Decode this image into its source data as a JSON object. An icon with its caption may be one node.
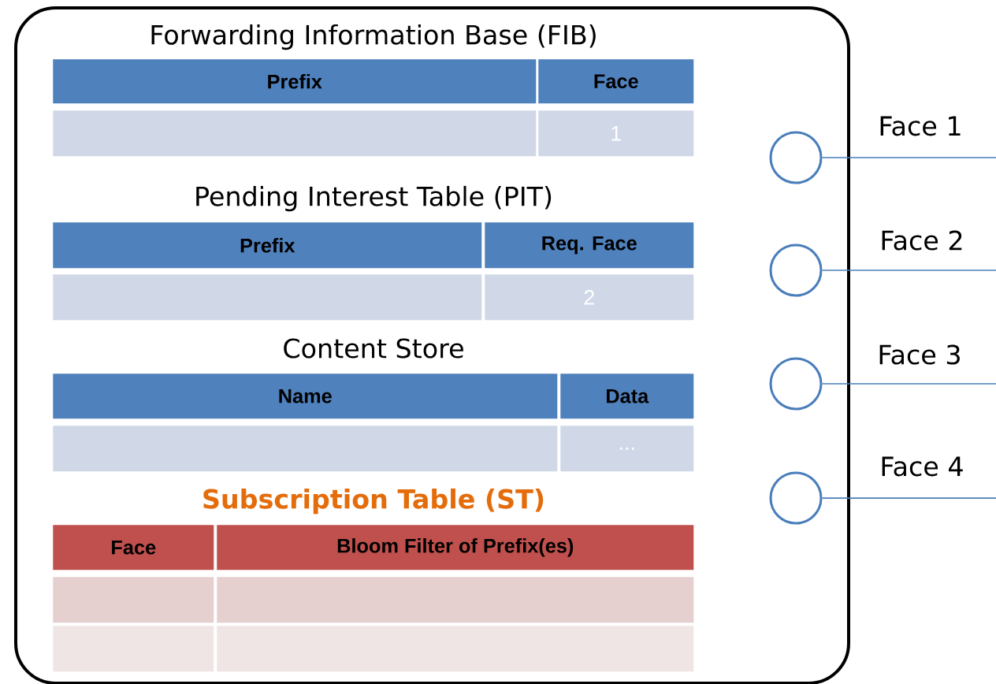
{
  "diagram": {
    "nodes": [
      {
        "text": [],
        "shape": "box"
      },
      {
        "text": [],
        "shape": "circle",
        "in": 0,
        "beside": [
          "Face 1"
        ]
      },
      {
        "text": [],
        "shape": "circle",
        "in": 0,
        "beside": [
          "Face 2"
        ]
      },
      {
        "text": [],
        "shape": "circle",
        "in": 0,
        "beside": [
          "Face 3"
        ]
      },
      {
        "text": [],
        "shape": "circle",
        "in": 0,
        "beside": [
          "Face 4"
        ]
      }
    ],
    "edges": [
      {
        "from": 1,
        "to": null,
        "arrow": "none"
      },
      {
        "from": 2,
        "to": null,
        "arrow": "none"
      },
      {
        "from": 3,
        "to": null,
        "arrow": "none"
      },
      {
        "from": 4,
        "to": null,
        "arrow": "none"
      }
    ],
    "labels": [
      "Forwarding Information Base (FIB)",
      "Prefix",
      "Face",
      "1",
      "Pending Interest Table (PIT)",
      "Prefix",
      "Req. Face",
      "2",
      "Content Store",
      "Name",
      "Data",
      "...",
      "Subscription Table (ST)",
      "Face",
      "Bloom Filter of Prefix(es)"
    ]
  }
}
